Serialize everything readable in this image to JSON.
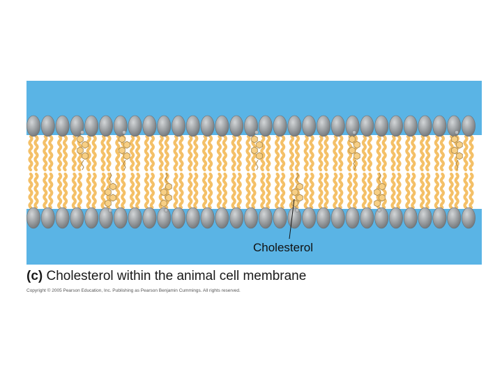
{
  "figure": {
    "label": "Cholesterol",
    "caption_part": "(c)",
    "caption_text": " Cholesterol within the animal cell membrane",
    "copyright": "Copyright © 2005 Pearson Education, Inc. Publishing as Pearson Benjamin Cummings. All rights reserved."
  },
  "colors": {
    "water": "#5ab4e5",
    "head_fill": "#8f9396",
    "head_light": "#c4c7c9",
    "tail": "#f4c067",
    "tail_stroke": "#d9a24a",
    "cholesterol_ring": "#f7cf85",
    "cholesterol_stroke": "#a8864a"
  }
}
